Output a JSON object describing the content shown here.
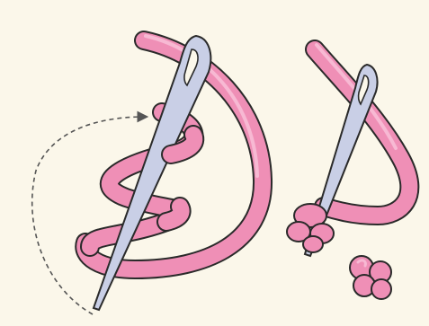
{
  "image": {
    "kind": "illustration",
    "palette": {
      "background": "#fbf7ea",
      "thread_fill": "#ef8fb6",
      "thread_highlight": "#f7b9d3",
      "thread_outline": "#2a2a2a",
      "needle_fill": "#c9cfe6",
      "needle_outline": "#2a2a2a",
      "arrow_dash": "#555555"
    },
    "figures": [
      {
        "name": "needle-wrapped-with-thread",
        "icon": "needle-with-coils"
      },
      {
        "name": "needle-pulled-through-knot",
        "icon": "needle-with-knot"
      },
      {
        "name": "finished-french-knot",
        "icon": "knot"
      }
    ]
  }
}
